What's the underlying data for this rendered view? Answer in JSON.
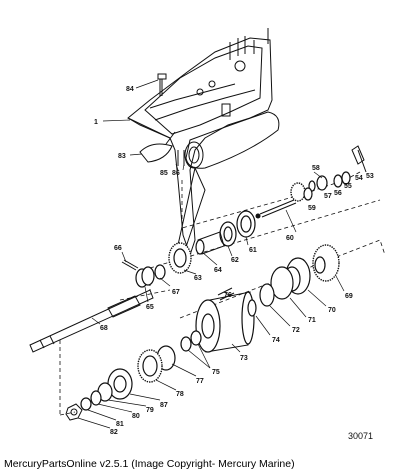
{
  "figure_number": "30071",
  "caption": "MercuryPartsOnline v2.5.1 (Image Copyright- Mercury Marine)",
  "callouts": [
    "84",
    "1",
    "83",
    "85",
    "86",
    "58",
    "54",
    "55",
    "53",
    "56",
    "57",
    "59",
    "60",
    "61",
    "62",
    "63",
    "64",
    "66",
    "67",
    "65",
    "68",
    "76",
    "69",
    "70",
    "71",
    "72",
    "73",
    "74",
    "75",
    "77",
    "78",
    "87",
    "79",
    "80",
    "81",
    "82"
  ]
}
